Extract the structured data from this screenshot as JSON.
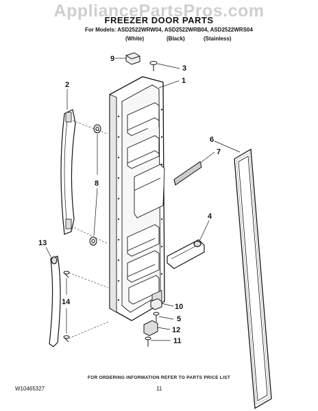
{
  "watermark": "AppliancePartsPros.com",
  "title": "FREEZER DOOR PARTS",
  "models_line": "For Models: ASD2522WRW04, ASD2522WRB04, ASD2522WRS04",
  "variants": [
    "(White)",
    "(Black)",
    "(Stainless)"
  ],
  "callouts": [
    "1",
    "2",
    "3",
    "4",
    "5",
    "6",
    "7",
    "8",
    "9",
    "10",
    "11",
    "12",
    "13",
    "14"
  ],
  "footer": {
    "ordering_note": "FOR ORDERING INFORMATION REFER TO PARTS PRICE LIST",
    "doc_number": "W10465327",
    "page_number": "11"
  }
}
